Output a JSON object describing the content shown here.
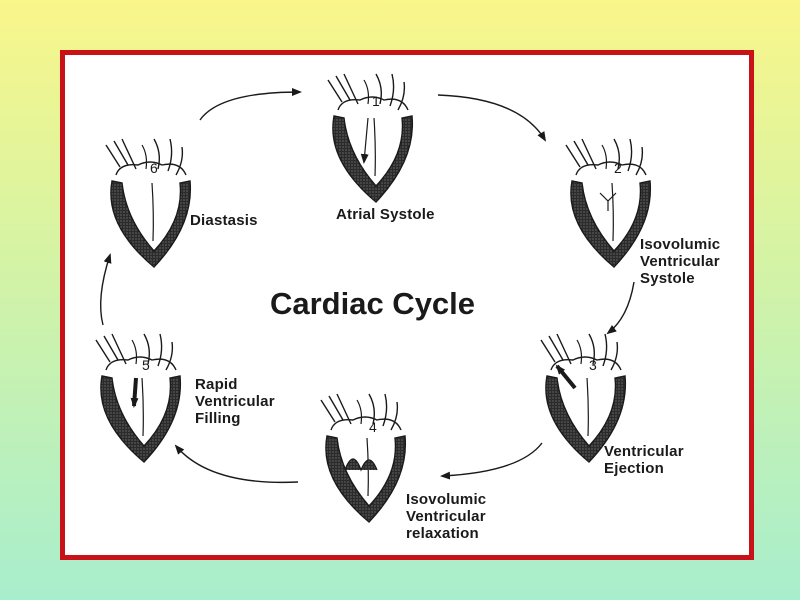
{
  "diagram": {
    "title": "Cardiac Cycle",
    "stages": [
      {
        "number": "1",
        "label": "Atrial Systole"
      },
      {
        "number": "2",
        "label": "Isovolumic\nVentricular\nSystole"
      },
      {
        "number": "3",
        "label": "Ventricular\nEjection"
      },
      {
        "number": "4",
        "label": "Isovolumic\nVentricular\nrelaxation"
      },
      {
        "number": "5",
        "label": "Rapid\nVentricular\nFilling"
      },
      {
        "number": "6",
        "label": "Diastasis"
      }
    ]
  },
  "colors": {
    "frame_border": "#c81218",
    "muscle_fill": "#3a3a3a",
    "line": "#1a1a1a"
  }
}
